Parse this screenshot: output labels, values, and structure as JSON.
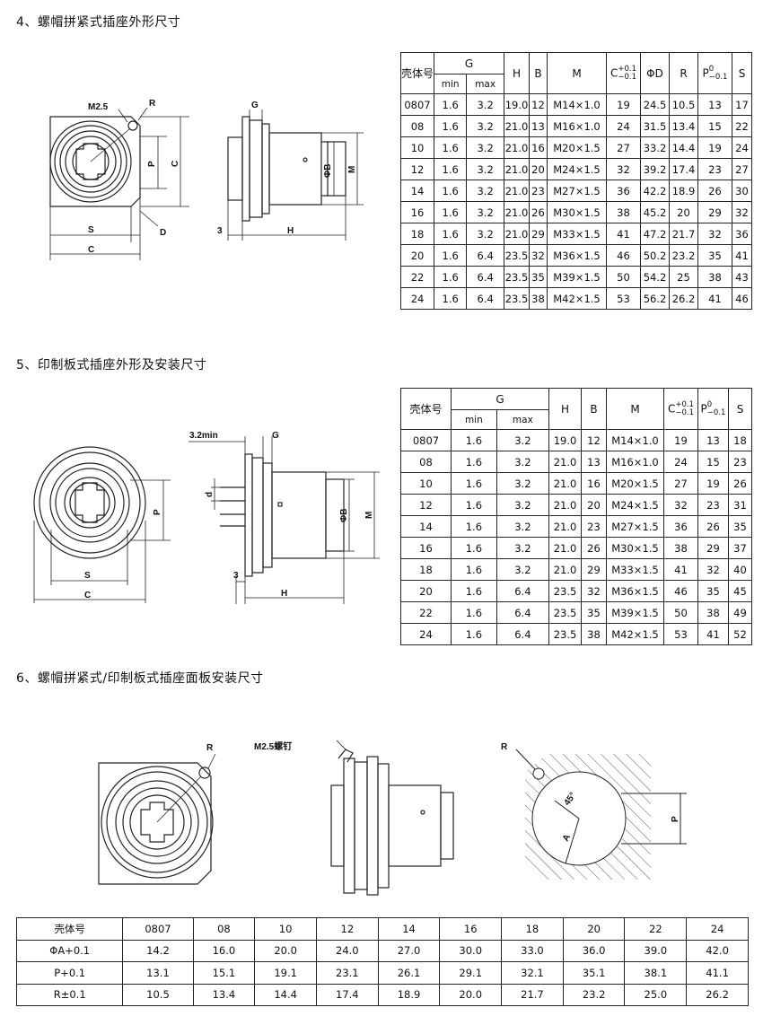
{
  "sections": {
    "s4_title": "4、螺帽拼紧式插座外形尺寸",
    "s5_title": "5、印制板式插座外形及安装尺寸",
    "s6_title": "6、螺帽拼紧式/印制板式插座面板安装尺寸"
  },
  "fig4": {
    "m25": "M2.5",
    "r": "R",
    "p": "P",
    "c": "C",
    "s": "S",
    "c2": "C",
    "d": "D",
    "g": "G",
    "phib": "ΦB",
    "m": "M",
    "three": "3",
    "h": "H"
  },
  "fig5": {
    "g": "G",
    "min32": "3.2min",
    "d": "d",
    "p": "P",
    "s": "S",
    "c": "C",
    "phib": "ΦB",
    "m": "M",
    "three": "3",
    "h": "H"
  },
  "fig6": {
    "r": "R",
    "m25nail": "M2.5螺钉",
    "r2": "R",
    "deg45": "45°",
    "a": "A",
    "p": "P"
  },
  "table4": {
    "h_shell": "壳体号",
    "h_g": "G",
    "h_min": "min",
    "h_max": "max",
    "h_h": "H",
    "h_b": "B",
    "h_m": "M",
    "h_c": "C",
    "h_c_up": "+0.1",
    "h_c_dn": "−0.1",
    "h_phid": "ΦD",
    "h_r": "R",
    "h_p": "P",
    "h_p_up": "0",
    "h_p_dn": "−0.1",
    "h_s": "S",
    "rows": [
      [
        "0807",
        "1.6",
        "3.2",
        "19.0",
        "12",
        "M14×1.0",
        "19",
        "24.5",
        "10.5",
        "13",
        "17"
      ],
      [
        "08",
        "1.6",
        "3.2",
        "21.0",
        "13",
        "M16×1.0",
        "24",
        "31.5",
        "13.4",
        "15",
        "22"
      ],
      [
        "10",
        "1.6",
        "3.2",
        "21.0",
        "16",
        "M20×1.5",
        "27",
        "33.2",
        "14.4",
        "19",
        "24"
      ],
      [
        "12",
        "1.6",
        "3.2",
        "21.0",
        "20",
        "M24×1.5",
        "32",
        "39.2",
        "17.4",
        "23",
        "27"
      ],
      [
        "14",
        "1.6",
        "3.2",
        "21.0",
        "23",
        "M27×1.5",
        "36",
        "42.2",
        "18.9",
        "26",
        "30"
      ],
      [
        "16",
        "1.6",
        "3.2",
        "21.0",
        "26",
        "M30×1.5",
        "38",
        "45.2",
        "20",
        "29",
        "32"
      ],
      [
        "18",
        "1.6",
        "3.2",
        "21.0",
        "29",
        "M33×1.5",
        "41",
        "47.2",
        "21.7",
        "32",
        "36"
      ],
      [
        "20",
        "1.6",
        "6.4",
        "23.5",
        "32",
        "M36×1.5",
        "46",
        "50.2",
        "23.2",
        "35",
        "41"
      ],
      [
        "22",
        "1.6",
        "6.4",
        "23.5",
        "35",
        "M39×1.5",
        "50",
        "54.2",
        "25",
        "38",
        "43"
      ],
      [
        "24",
        "1.6",
        "6.4",
        "23.5",
        "38",
        "M42×1.5",
        "53",
        "56.2",
        "26.2",
        "41",
        "46"
      ]
    ]
  },
  "table5": {
    "h_shell": "壳体号",
    "h_g": "G",
    "h_min": "min",
    "h_max": "max",
    "h_h": "H",
    "h_b": "B",
    "h_m": "M",
    "h_c": "C",
    "h_c_up": "+0.1",
    "h_c_dn": "−0.1",
    "h_p": "P",
    "h_p_up": "0",
    "h_p_dn": "−0.1",
    "h_s": "S",
    "rows": [
      [
        "0807",
        "1.6",
        "3.2",
        "19.0",
        "12",
        "M14×1.0",
        "19",
        "13",
        "18"
      ],
      [
        "08",
        "1.6",
        "3.2",
        "21.0",
        "13",
        "M16×1.0",
        "24",
        "15",
        "23"
      ],
      [
        "10",
        "1.6",
        "3.2",
        "21.0",
        "16",
        "M20×1.5",
        "27",
        "19",
        "26"
      ],
      [
        "12",
        "1.6",
        "3.2",
        "21.0",
        "20",
        "M24×1.5",
        "32",
        "23",
        "31"
      ],
      [
        "14",
        "1.6",
        "3.2",
        "21.0",
        "23",
        "M27×1.5",
        "36",
        "26",
        "35"
      ],
      [
        "16",
        "1.6",
        "3.2",
        "21.0",
        "26",
        "M30×1.5",
        "38",
        "29",
        "37"
      ],
      [
        "18",
        "1.6",
        "3.2",
        "21.0",
        "29",
        "M33×1.5",
        "41",
        "32",
        "40"
      ],
      [
        "20",
        "1.6",
        "6.4",
        "23.5",
        "32",
        "M36×1.5",
        "46",
        "35",
        "45"
      ],
      [
        "22",
        "1.6",
        "6.4",
        "23.5",
        "35",
        "M39×1.5",
        "50",
        "38",
        "49"
      ],
      [
        "24",
        "1.6",
        "6.4",
        "23.5",
        "38",
        "M42×1.5",
        "53",
        "41",
        "52"
      ]
    ]
  },
  "table6": {
    "rows": [
      [
        "壳体号",
        "0807",
        "08",
        "10",
        "12",
        "14",
        "16",
        "18",
        "20",
        "22",
        "24"
      ],
      [
        "ΦA+0.1",
        "14.2",
        "16.0",
        "20.0",
        "24.0",
        "27.0",
        "30.0",
        "33.0",
        "36.0",
        "39.0",
        "42.0"
      ],
      [
        "P+0.1",
        "13.1",
        "15.1",
        "19.1",
        "23.1",
        "26.1",
        "29.1",
        "32.1",
        "35.1",
        "38.1",
        "41.1"
      ],
      [
        "R±0.1",
        "10.5",
        "13.4",
        "14.4",
        "17.4",
        "18.9",
        "20.0",
        "21.7",
        "23.2",
        "25.0",
        "26.2"
      ]
    ]
  }
}
